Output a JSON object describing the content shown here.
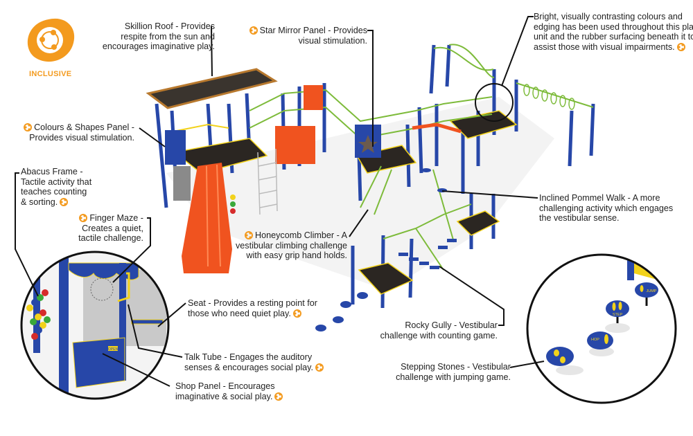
{
  "logo": {
    "text": "INCLUSIVE",
    "icon": "inclusive-logo-icon",
    "color": "#f39a1e"
  },
  "colors": {
    "accent_orange": "#f39a1e",
    "post_blue": "#2747a8",
    "rail_green": "#7dbb3a",
    "slide_orange": "#f0531f",
    "rail_yellow": "#f2d21b",
    "deck_black": "#2b2622"
  },
  "callouts": {
    "skillion_roof": {
      "lines": [
        "Skillion Roof - Provides",
        "respite from the sun and",
        "encourages imaginative play."
      ],
      "inclusive": false
    },
    "star_mirror": {
      "lines": [
        "Star Mirror Panel - Provides",
        "visual stimulation."
      ],
      "inclusive": true
    },
    "bright_colours": {
      "lines": [
        "Bright, visually contrasting colours and",
        "edging has been used throughout this play",
        "unit and the rubber surfacing beneath it to",
        "assist those with visual impairments."
      ],
      "inclusive": true
    },
    "colours_shapes": {
      "lines": [
        "Colours & Shapes Panel -",
        "Provides visual stimulation."
      ],
      "inclusive": true
    },
    "abacus_frame": {
      "lines": [
        "Abacus Frame -",
        "Tactile activity that",
        "teaches counting",
        "& sorting."
      ],
      "inclusive": true
    },
    "finger_maze": {
      "lines": [
        "Finger Maze -",
        "Creates a quiet,",
        "tactile challenge."
      ],
      "inclusive": true
    },
    "honeycomb_climber": {
      "lines": [
        "Honeycomb Climber - A",
        "vestibular climbing challenge",
        "with easy grip hand holds."
      ],
      "inclusive": true
    },
    "inclined_pommel": {
      "lines": [
        "Inclined Pommel Walk - A more",
        "challenging activity which engages",
        "the vestibular sense."
      ],
      "inclusive": false
    },
    "seat": {
      "lines": [
        "Seat - Provides a resting point for",
        "those who need quiet play."
      ],
      "inclusive": true
    },
    "rocky_gully": {
      "lines": [
        "Rocky Gully - Vestibular",
        "challenge with counting game."
      ],
      "inclusive": false
    },
    "talk_tube": {
      "lines": [
        "Talk Tube - Engages the auditory",
        "senses & encourages social play."
      ],
      "inclusive": true
    },
    "stepping_stones": {
      "lines": [
        "Stepping Stones - Vestibular",
        "challenge with jumping game."
      ],
      "inclusive": false
    },
    "shop_panel": {
      "lines": [
        "Shop Panel - Encourages",
        "imaginative & social play."
      ],
      "inclusive": true
    }
  },
  "detail_labels": {
    "open_sign": "OPEN",
    "stone_hop": "HOP",
    "stone_step": "STEP",
    "stone_jump": "JUMP"
  }
}
